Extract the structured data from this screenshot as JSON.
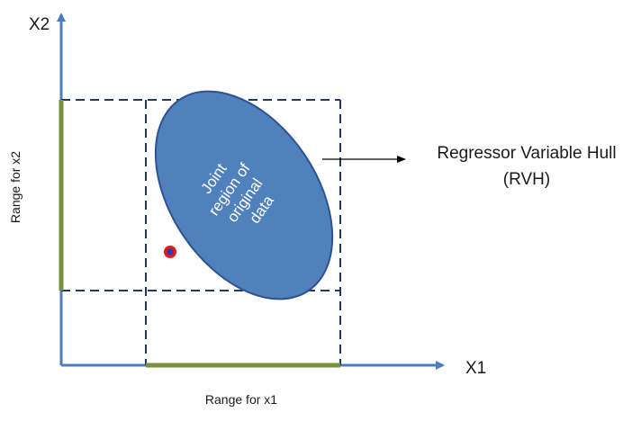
{
  "axes": {
    "x_label": "X1",
    "y_label": "X2"
  },
  "ranges": {
    "x_label": "Range for x1",
    "y_label": "Range for x2"
  },
  "region": {
    "line1": "Joint",
    "line2": "region of",
    "line3": "original",
    "line4": "data"
  },
  "hull": {
    "title": "Regressor Variable Hull",
    "abbr": "(RVH)"
  },
  "colors": {
    "axis": "#4a7ebb",
    "range_bar": "#77933c",
    "dashed_box": "#1f3864",
    "region_fill": "#4f81bd",
    "region_edge": "#2f528f",
    "point_outer": "#e31a1c",
    "point_inner": "#1f3fbf",
    "arrow": "#000000"
  }
}
